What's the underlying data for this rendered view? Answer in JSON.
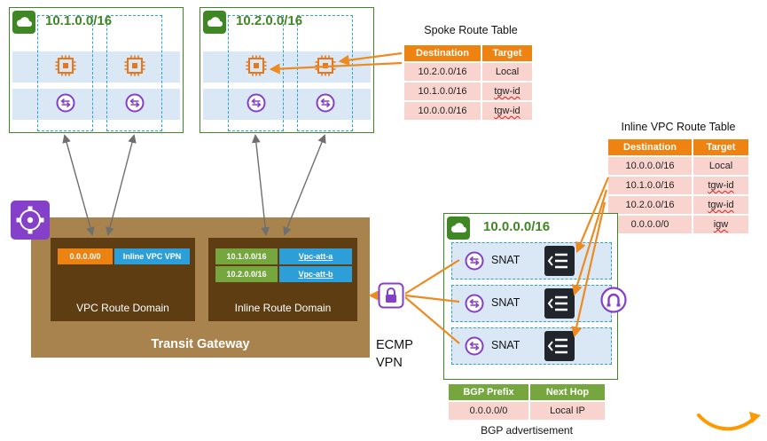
{
  "vpc1": {
    "cidr": "10.1.0.0/16"
  },
  "vpc2": {
    "cidr": "10.2.0.0/16"
  },
  "vpc0": {
    "cidr": "10.0.0.0/16",
    "snat_label": "SNAT"
  },
  "spoke_table": {
    "title": "Spoke Route Table",
    "col1": "Destination",
    "col2": "Target",
    "rows": [
      {
        "destination": "10.2.0.0/16",
        "target": "Local"
      },
      {
        "destination": "10.1.0.0/16",
        "target": "tgw-id"
      },
      {
        "destination": "10.0.0.0/16",
        "target": "tgw-id"
      }
    ]
  },
  "inline_table": {
    "title": "Inline VPC Route Table",
    "col1": "Destination",
    "col2": "Target",
    "rows": [
      {
        "destination": "10.0.0.0/16",
        "target": "Local"
      },
      {
        "destination": "10.1.0.0/16",
        "target": "tgw-id"
      },
      {
        "destination": "10.2.0.0/16",
        "target": "tgw-id"
      },
      {
        "destination": "0.0.0.0/0",
        "target": "igw"
      }
    ]
  },
  "transit_gateway": {
    "label": "Transit Gateway",
    "vpc_domain": {
      "label": "VPC Route Domain",
      "route_prefix": "0.0.0.0/0",
      "route_target": "Inline VPC VPN"
    },
    "inline_domain": {
      "label": "Inline Route Domain",
      "route1_prefix": "10.1.0.0/16",
      "route1_target": "Vpc-att-a",
      "route2_prefix": "10.2.0.0/16",
      "route2_target": "Vpc-att-b"
    }
  },
  "ecmp": {
    "line1": "ECMP",
    "line2": "VPN"
  },
  "bgp_table": {
    "col1": "BGP Prefix",
    "col2": "Next Hop",
    "rows": [
      {
        "prefix": "0.0.0.0/0",
        "next_hop": "Local IP"
      }
    ]
  },
  "bgp_caption": "BGP advertisement",
  "colors": {
    "vpc_green": "#3F8624",
    "arrow_orange": "#ED8B22",
    "header_orange": "#EE8311",
    "row_pink": "#F9D4CE",
    "cell_blue": "#2D9FD8",
    "cell_green": "#76A73F",
    "cell_orange": "#EC8212",
    "tgw_brown": "#A9834E",
    "domain_brown": "#5E3D13",
    "purple": "#8540C9",
    "subnet_dash_blue": "#2BA3D4",
    "stripe_blue": "#DAE8F6",
    "smile_orange": "#FF9900",
    "gray_arrow": "#6F6F6F"
  },
  "icons": {
    "vpc-cloud-icon": "cloud",
    "transit-gateway-icon": "circle-with-nodes",
    "ec2-instance-icon": "chip",
    "attachment-icon": "circle-arrows",
    "snat-appliance-icon": "dark-appliance-lines",
    "vpn-lock-icon": "padlock",
    "internet-gateway-icon": "gateway-magnet",
    "amazon-smile-icon": "orange-swoosh"
  }
}
